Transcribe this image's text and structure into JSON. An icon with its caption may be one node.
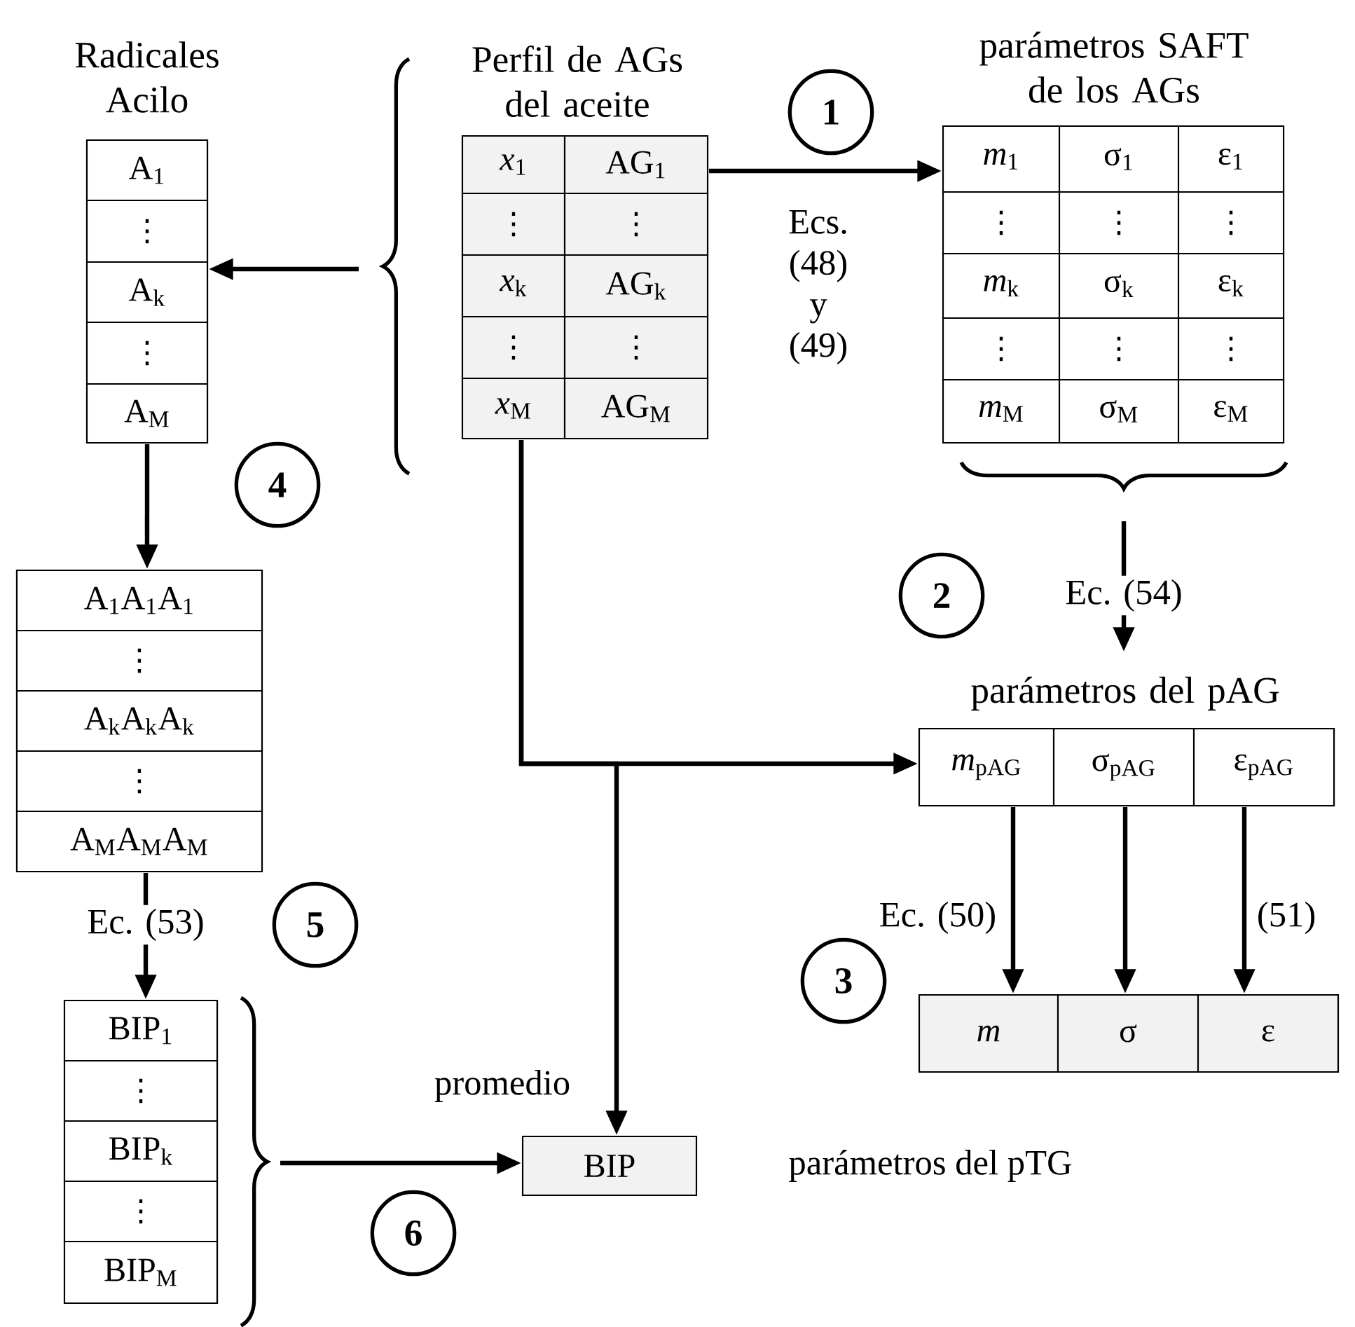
{
  "diagram": {
    "nodes": [
      {
        "text": [
          "Perfil de AGs del aceite"
        ]
      },
      {
        "text": [
          "*x*$_{1}$"
        ],
        "in": 0
      },
      {
        "text": [
          "AG$_{1}$"
        ],
        "in": 0
      },
      {
        "text": [
          "⋮"
        ],
        "in": 0
      },
      {
        "text": [
          "⋮"
        ],
        "in": 0
      },
      {
        "text": [
          "*x*$_{k}$"
        ],
        "in": 0
      },
      {
        "text": [
          "AG$_{k}$"
        ],
        "in": 0
      },
      {
        "text": [
          "⋮"
        ],
        "in": 0
      },
      {
        "text": [
          "⋮"
        ],
        "in": 0
      },
      {
        "text": [
          "*x*$_{M}$"
        ],
        "in": 0
      },
      {
        "text": [
          "AG$_{M}$"
        ],
        "in": 0
      },
      {
        "text": [
          "parámetros SAFT de los AGs"
        ]
      },
      {
        "text": [
          "*m*$_{1}$"
        ],
        "in": 11
      },
      {
        "text": [
          "σ$_{1}$"
        ],
        "in": 11
      },
      {
        "text": [
          "ε$_{1}$"
        ],
        "in": 11
      },
      {
        "text": [
          "⋮"
        ],
        "in": 11
      },
      {
        "text": [
          "⋮"
        ],
        "in": 11
      },
      {
        "text": [
          "⋮"
        ],
        "in": 11
      },
      {
        "text": [
          "*m*$_{k}$"
        ],
        "in": 11
      },
      {
        "text": [
          "σ$_{k}$"
        ],
        "in": 11
      },
      {
        "text": [
          "ε$_{k}$"
        ],
        "in": 11
      },
      {
        "text": [
          "⋮"
        ],
        "in": 11
      },
      {
        "text": [
          "⋮"
        ],
        "in": 11
      },
      {
        "text": [
          "⋮"
        ],
        "in": 11
      },
      {
        "text": [
          "*m*$_{M}$"
        ],
        "in": 11
      },
      {
        "text": [
          "σ$_{M}$"
        ],
        "in": 11
      },
      {
        "text": [
          "ε$_{M}$"
        ],
        "in": 11
      },
      {
        "text": [
          "parámetros del pAG"
        ]
      },
      {
        "text": [
          "*m*$_{pAG}$"
        ],
        "in": 27
      },
      {
        "text": [
          "σ$_{pAG}$"
        ],
        "in": 27
      },
      {
        "text": [
          "ε$_{pAG}$"
        ],
        "in": 27
      },
      {
        "text": [
          "m"
        ]
      },
      {
        "text": [
          "σ"
        ]
      },
      {
        "text": [
          "ε"
        ]
      },
      {
        "text": [
          "Radicales Acilo"
        ]
      },
      {
        "text": [
          "A$_{1}$"
        ],
        "in": 34
      },
      {
        "text": [
          "⋮"
        ],
        "in": 34
      },
      {
        "text": [
          "A$_{k}$"
        ],
        "in": 34
      },
      {
        "text": [
          "⋮"
        ],
        "in": 34
      },
      {
        "text": [
          "A$_{M}$"
        ],
        "in": 34
      },
      {
        "text": [],
        "shape": "box"
      },
      {
        "text": [
          "A$_{1}$A$_{1}$A$_{1}$"
        ],
        "in": 40
      },
      {
        "text": [
          "⋮"
        ],
        "in": 40
      },
      {
        "text": [
          "A$_{k}$A$_{k}$A$_{k}$"
        ],
        "in": 40
      },
      {
        "text": [
          "⋮"
        ],
        "in": 40
      },
      {
        "text": [
          "A$_{M}$A$_{M}$A$_{M}$"
        ],
        "in": 40
      },
      {
        "text": [],
        "shape": "box"
      },
      {
        "text": [
          "BIP$_{1}$"
        ],
        "in": 46
      },
      {
        "text": [
          "⋮"
        ],
        "in": 46
      },
      {
        "text": [
          "BIP$_{k}$"
        ],
        "in": 46
      },
      {
        "text": [
          "⋮"
        ],
        "in": 46
      },
      {
        "text": [
          "BIP$_{M}$"
        ],
        "in": 46
      },
      {
        "text": [
          "BIP"
        ]
      }
    ],
    "edges": [
      {
        "from": 0,
        "to": 11,
        "arrow": "to",
        "label": "Ecs. (48) y (49)"
      },
      {
        "from": 0,
        "to": 34,
        "arrow": "to"
      },
      {
        "from": 11,
        "to": 27,
        "arrow": "to",
        "label": "Ec. (54)"
      },
      {
        "from": 0,
        "to": 27,
        "arrow": "to"
      },
      {
        "from": 0,
        "to": 52,
        "arrow": "to"
      },
      {
        "from": 28,
        "to": 31,
        "arrow": "to",
        "label": "Ec. (50)"
      },
      {
        "from": 29,
        "to": 32,
        "arrow": "to"
      },
      {
        "from": 30,
        "to": 33,
        "arrow": "to",
        "label": "(51)"
      },
      {
        "from": 34,
        "to": 40,
        "arrow": "to"
      },
      {
        "from": 40,
        "to": 46,
        "arrow": "to",
        "label": "Ec. (53)"
      },
      {
        "from": 46,
        "to": 52,
        "arrow": "to",
        "label": "promedio"
      }
    ],
    "labels": [
      "1",
      "2",
      "3",
      "4",
      "5",
      "6",
      "parámetros del pTG"
    ]
  }
}
